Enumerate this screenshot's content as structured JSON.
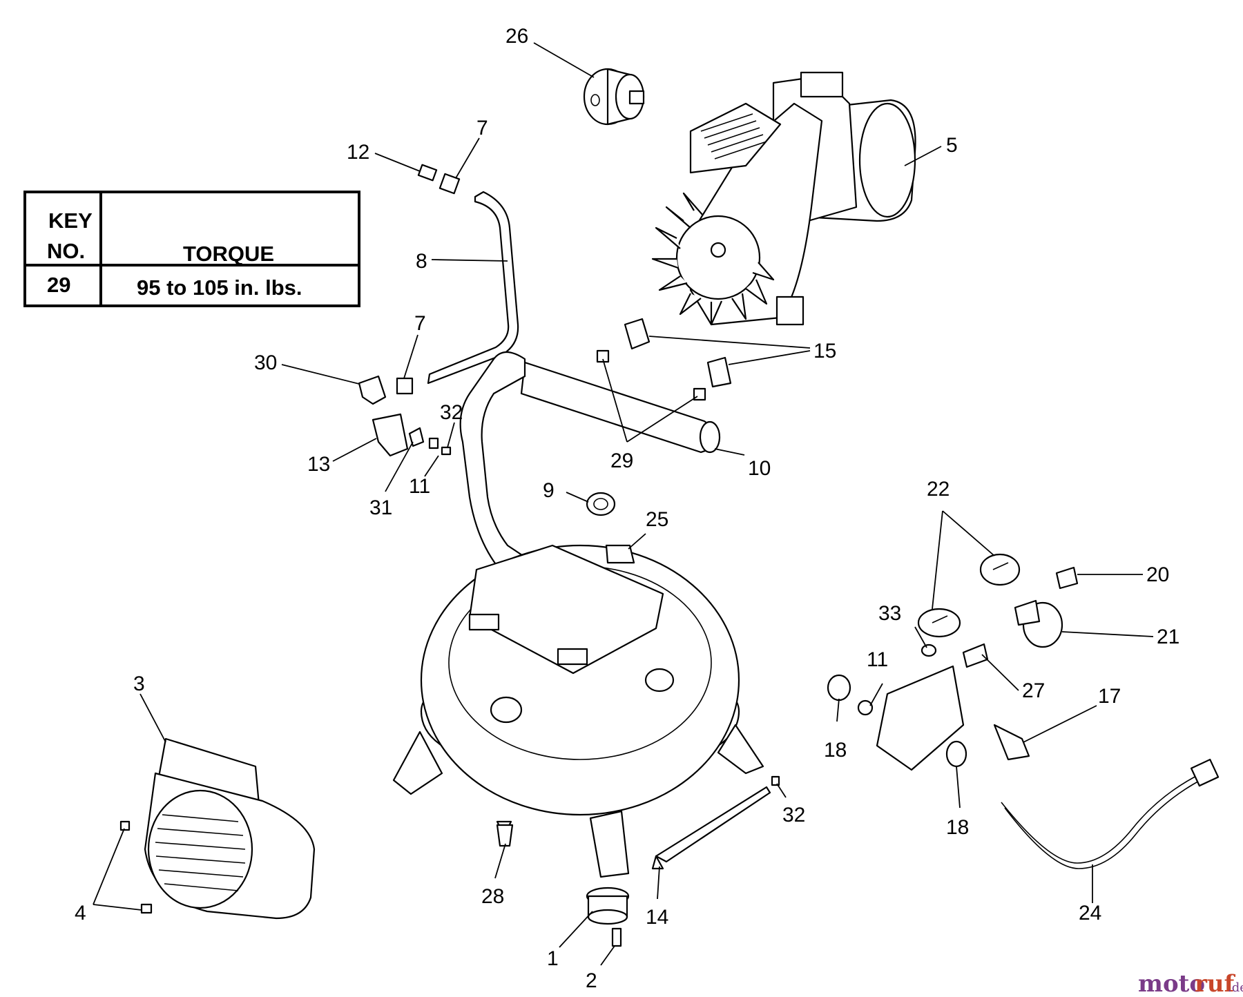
{
  "torque_table": {
    "header_key": [
      "KEY",
      "NO."
    ],
    "header_torque": "TORQUE",
    "rows": [
      {
        "key": "29",
        "torque": "95 to 105 in. lbs."
      }
    ]
  },
  "callouts": {
    "c1": "1",
    "c2": "2",
    "c3": "3",
    "c4": "4",
    "c5": "5",
    "c7a": "7",
    "c7b": "7",
    "c8": "8",
    "c9": "9",
    "c10": "10",
    "c11a": "11",
    "c11b": "11",
    "c12": "12",
    "c13": "13",
    "c14": "14",
    "c15": "15",
    "c17": "17",
    "c18a": "18",
    "c18b": "18",
    "c20": "20",
    "c21": "21",
    "c22": "22",
    "c24": "24",
    "c25": "25",
    "c26": "26",
    "c27": "27",
    "c28": "28",
    "c29": "29",
    "c30": "30",
    "c31": "31",
    "c32a": "32",
    "c32b": "32",
    "c33": "33"
  },
  "watermark": {
    "part1": "moto",
    "part2": "ruf",
    "suffix": ".de"
  }
}
